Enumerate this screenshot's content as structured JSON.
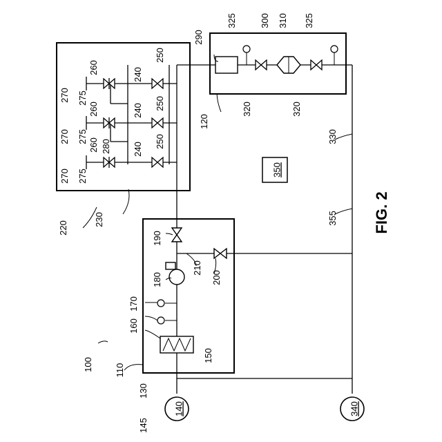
{
  "figure": {
    "caption": "FIG. 2",
    "system_label": "100",
    "modules": {
      "m110": "110",
      "m120": "120",
      "m220": "220",
      "m230": "230",
      "m350": "350"
    },
    "nodes": {
      "n140": "140",
      "n340": "340"
    },
    "parts": {
      "p130": "130",
      "p145": "145",
      "p150": "150",
      "p160": "160",
      "p170": "170",
      "p180": "180",
      "p190": "190",
      "p200": "200",
      "p210": "210",
      "p240a": "240",
      "p240b": "240",
      "p240c": "240",
      "p250a": "250",
      "p250b": "250",
      "p250c": "250",
      "p260a": "260",
      "p260b": "260",
      "p260c": "260",
      "p270a": "270",
      "p270b": "270",
      "p270c": "270",
      "p275a": "275",
      "p275b": "275",
      "p275c": "275",
      "p280": "280",
      "p290": "290",
      "p300": "300",
      "p310": "310",
      "p320a": "320",
      "p320b": "320",
      "p325a": "325",
      "p325b": "325",
      "p330": "330",
      "p355": "355"
    }
  }
}
